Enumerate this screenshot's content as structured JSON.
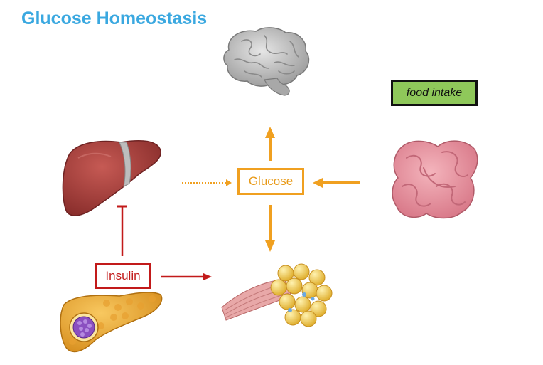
{
  "title": "Glucose Homeostasis",
  "labels": {
    "glucose": "Glucose",
    "insulin": "Insulin",
    "food_intake": "food intake"
  },
  "colors": {
    "title": "#3aa8e0",
    "glucose": "#f0a020",
    "insulin": "#c21a1a",
    "food_intake_bg": "#8fc85a"
  },
  "icons": {
    "brain": "brain-icon",
    "liver": "liver-icon",
    "intestine": "intestine-icon",
    "pancreas": "pancreas-icon",
    "muscle_fat": "muscle-fat-icon"
  }
}
